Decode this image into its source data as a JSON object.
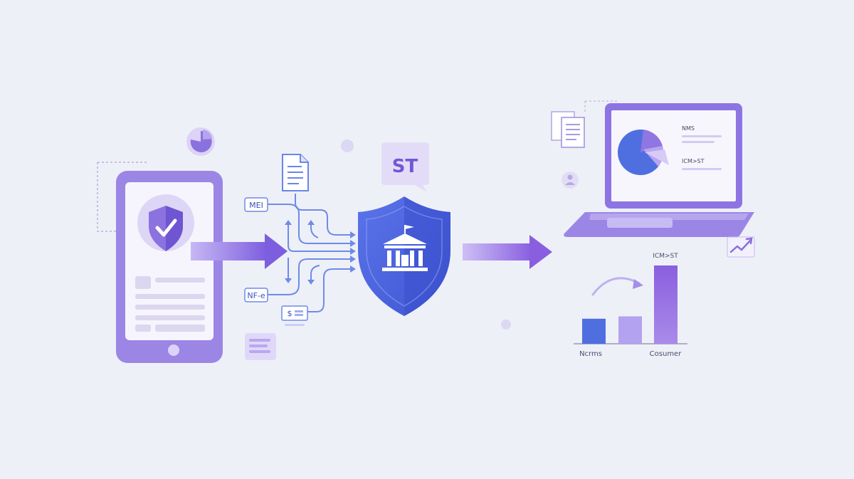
{
  "labels": {
    "mei": "MEI",
    "nfe": "NF-e",
    "st_bubble": "ST",
    "laptop_line1": "NMS",
    "laptop_line2": "ICM>ST",
    "bar_top": "ICM>ST",
    "axis_left": "Ncrms",
    "axis_right": "Cosumer"
  },
  "colors": {
    "background": "#eef0f8",
    "primary_purple": "#8c74e0",
    "light_purple": "#c9bdf2",
    "accent_blue": "#4f6fe0",
    "shield_blue": "#4a62de"
  },
  "icons": {
    "mobile_badge": "shield-check-icon",
    "center_badge": "bank-building-icon",
    "top_left": "pie-chart-icon",
    "laptop_side": "document-stack-icon",
    "trend": "trend-up-icon"
  },
  "chart_data": {
    "type": "bar",
    "categories": [
      "Ncrms",
      "",
      "Cosumer"
    ],
    "values": [
      3.2,
      3.5,
      10
    ],
    "ylim": [
      0,
      11
    ]
  }
}
